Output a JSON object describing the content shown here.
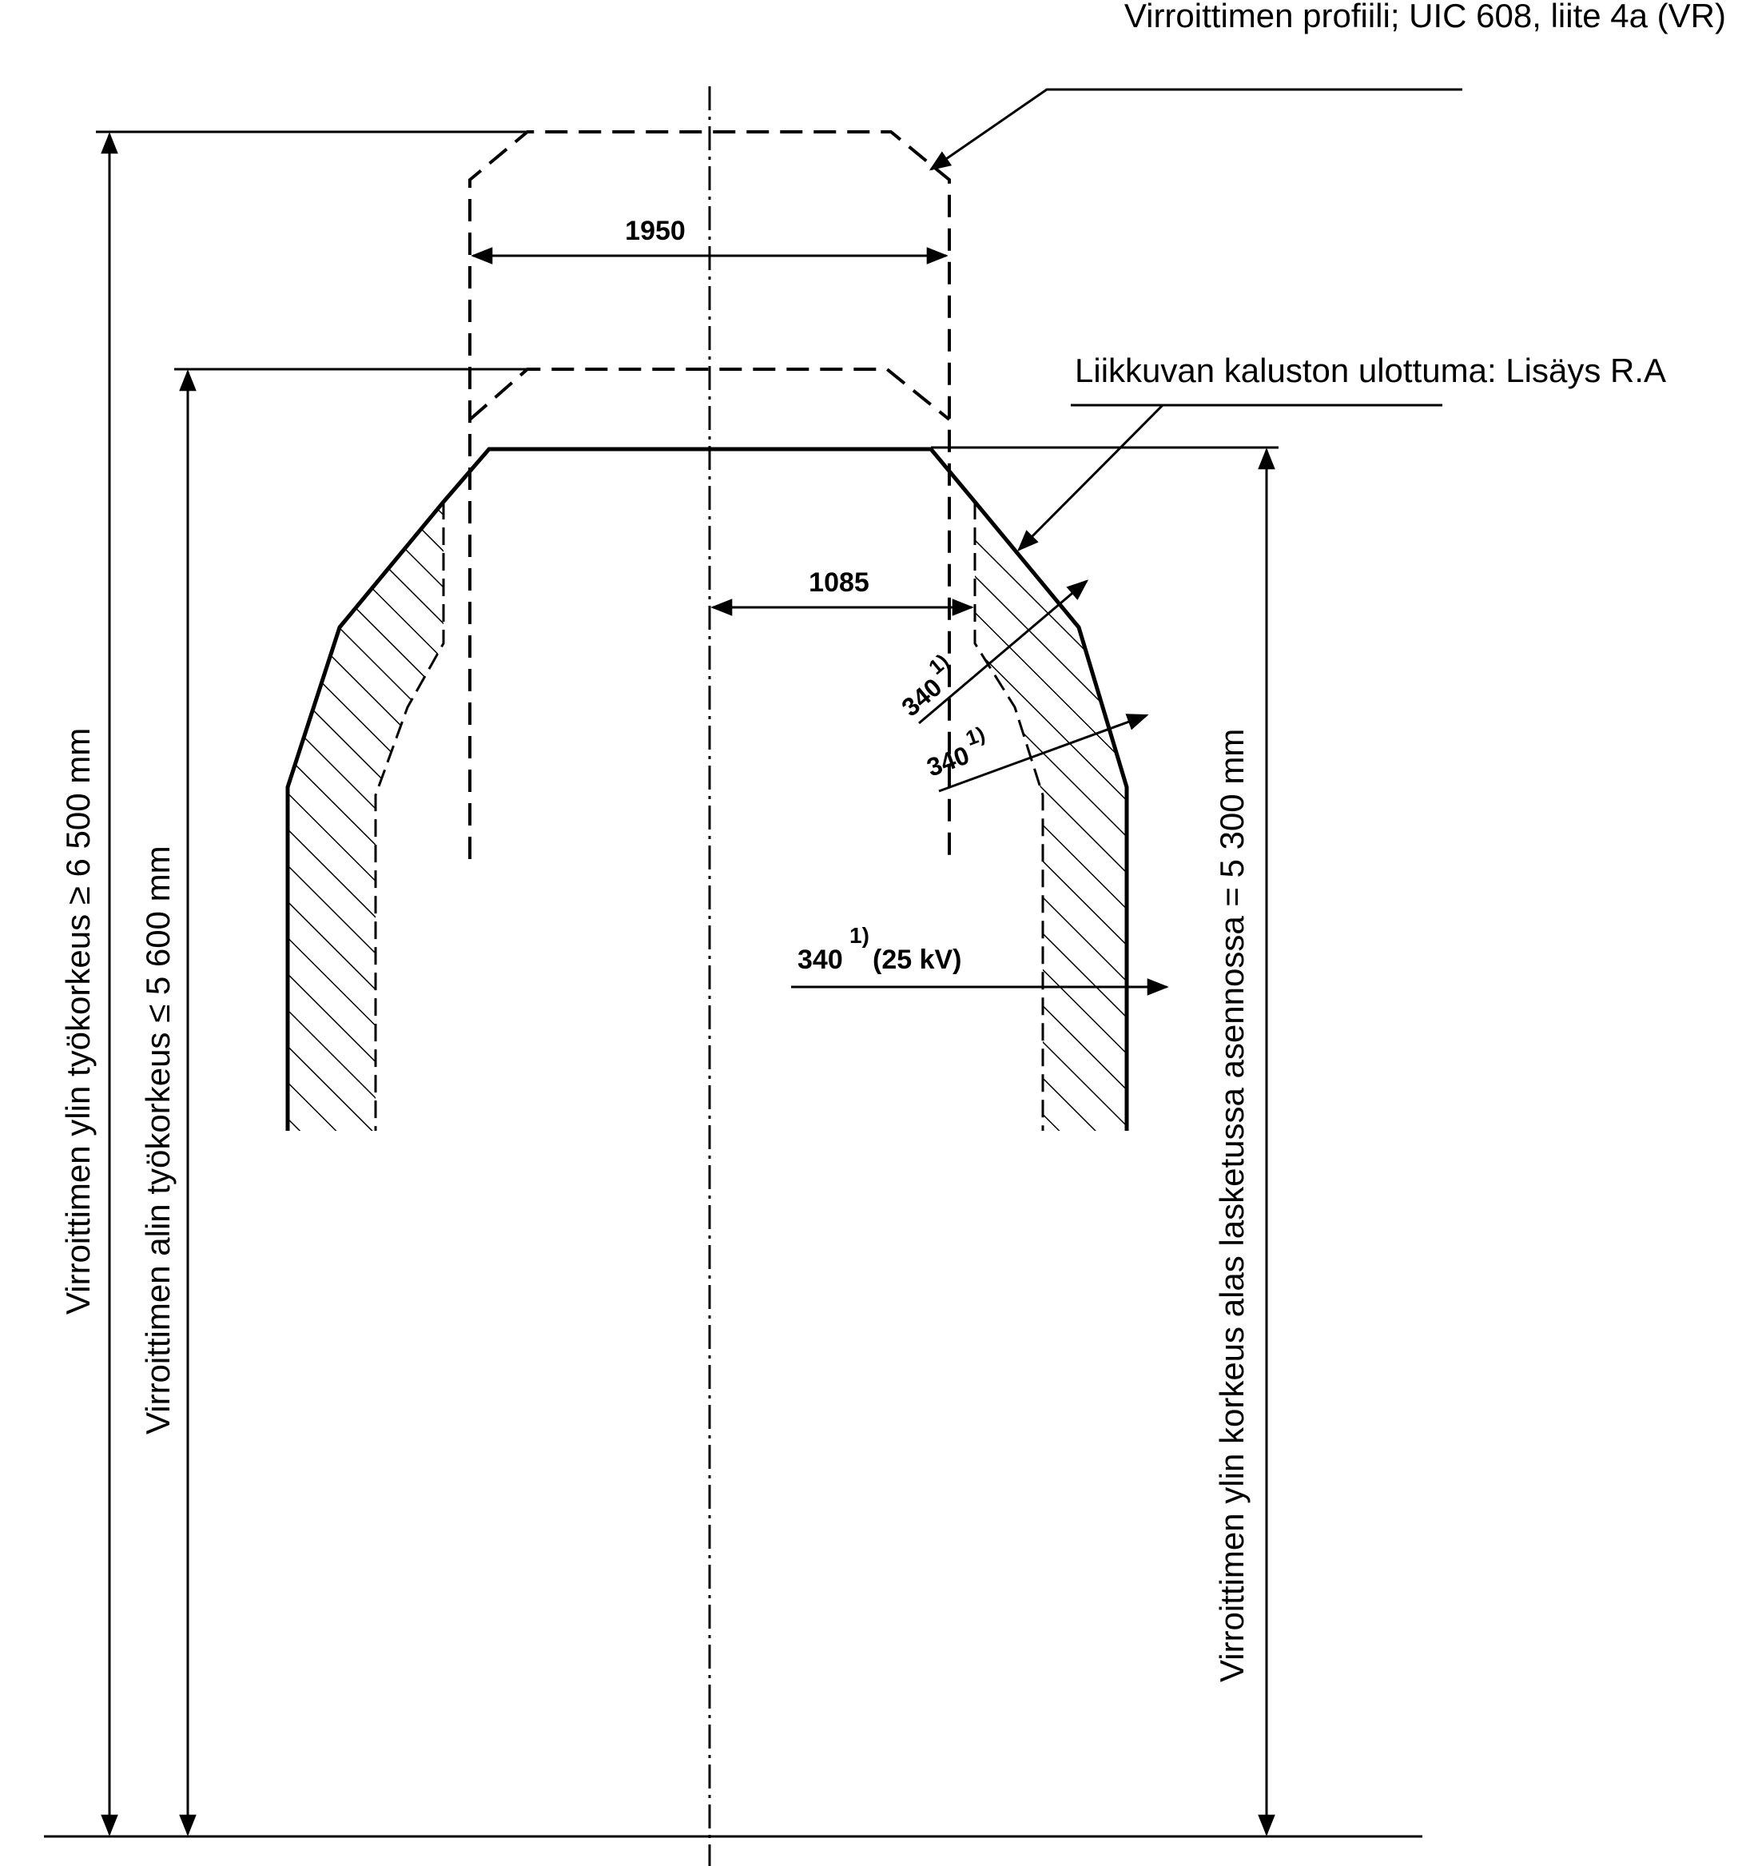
{
  "labels": {
    "pantograph_profile": "Virroittimen profiili; UIC 608, liite 4a (VR)",
    "vehicle_gauge": "Liikkuvan kaluston ulottuma: Lisäys R.A",
    "max_working_height": "Virroittimen ylin työkorkeus ≥ 6 500 mm",
    "min_working_height": "Virroittimen alin työkorkeus ≤ 5 600 mm",
    "lowered_height": "Virroittimen ylin korkeus alas lasketussa asennossa = 5 300 mm"
  },
  "dimensions": {
    "profile_width": "1950",
    "half_width": "1085",
    "clearance_value": "340",
    "clearance_note": "1)",
    "clearance_voltage": "(25 kV)"
  },
  "colors": {
    "line": "#000000",
    "background": "#ffffff"
  }
}
